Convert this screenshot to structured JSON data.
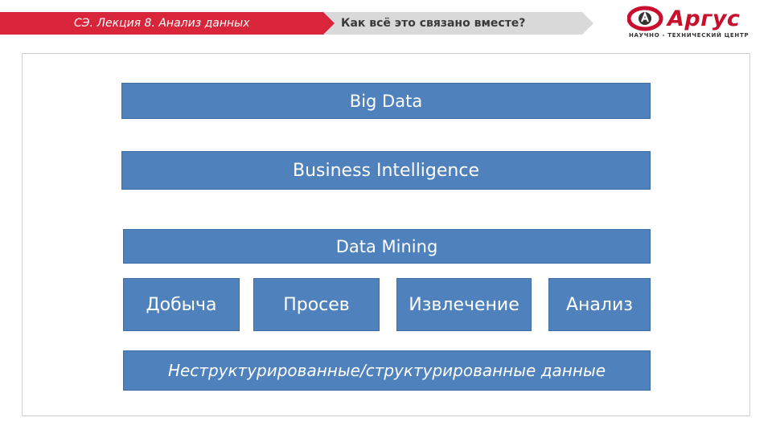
{
  "header": {
    "lecture_label": "СЭ. Лекция 8. Анализ данных",
    "topic_title": "Как всё это связано вместе?"
  },
  "logo": {
    "brand": "Аргус",
    "tagline": "НАУЧНО - ТЕХНИЧЕСКИЙ ЦЕНТР",
    "colors": {
      "red": "#c8102e",
      "dark": "#333333"
    }
  },
  "diagram": {
    "big_data": "Big Data",
    "business_intelligence": "Business Intelligence",
    "data_mining": "Data Mining",
    "steps": [
      "Добыча",
      "Просев",
      "Извлечение",
      "Анализ"
    ],
    "data_layer": "Неструктурированные/структурированные данные",
    "box_color": "#4f81bd"
  }
}
